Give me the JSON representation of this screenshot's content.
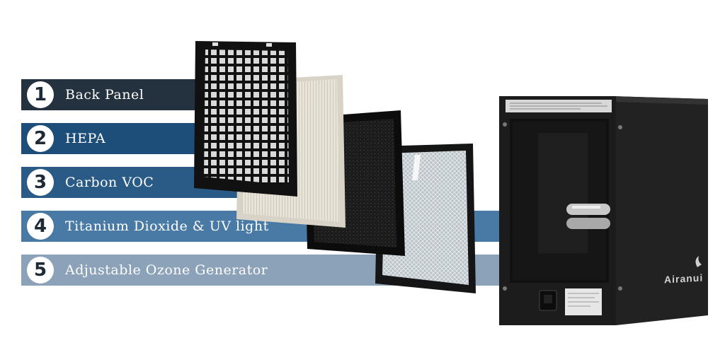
{
  "colors": {
    "band_1": "#243240",
    "band_2": "#1d4e79",
    "band_3": "#2a5a86",
    "band_4": "#3a6f9e",
    "band_5": "#7f98b1",
    "machine_body": "#1c1c1c"
  },
  "steps": [
    {
      "number": "1",
      "label": "Back Panel"
    },
    {
      "number": "2",
      "label": "HEPA"
    },
    {
      "number": "3",
      "label": "Carbon VOC"
    },
    {
      "number": "4",
      "label": "Titanium Dioxide & UV light"
    },
    {
      "number": "5",
      "label": "Adjustable Ozone Generator"
    }
  ],
  "product": {
    "brand": "Airanui",
    "components": [
      "back-panel-grid",
      "hepa-filter",
      "carbon-voc-filter",
      "titanium-dioxide-mesh-filter",
      "air-purifier-unit"
    ]
  }
}
